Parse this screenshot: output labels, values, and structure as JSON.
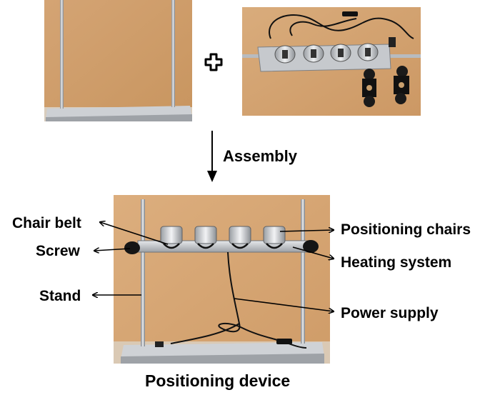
{
  "plus_symbol": "plus-outline-icon",
  "assembly_label": "Assembly",
  "callouts": {
    "chair_belt": "Chair belt",
    "screw": "Screw",
    "stand": "Stand",
    "positioning_chairs": "Positioning chairs",
    "heating_system": "Heating system",
    "power_supply": "Power supply"
  },
  "caption": "Positioning device",
  "colors": {
    "wall": "#d8a878",
    "base_plate": "#c9ccd1",
    "rod": "#b9bcc1",
    "cable": "#111111",
    "text": "#000000"
  }
}
